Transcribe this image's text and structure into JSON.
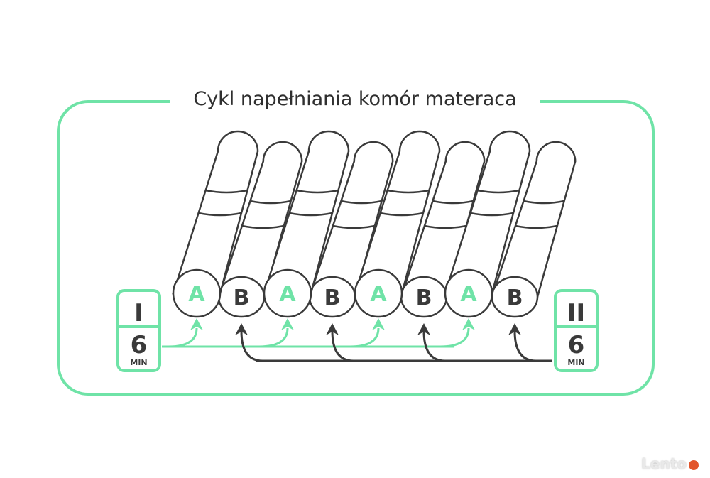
{
  "title": "Cykl napełniania komór materaca",
  "phases": [
    {
      "numeral": "I",
      "duration": "6",
      "unit": "MIN",
      "color": "#6fe3a7"
    },
    {
      "numeral": "II",
      "duration": "6",
      "unit": "MIN",
      "color": "#3a3a3a"
    }
  ],
  "chambers": [
    "A",
    "B",
    "A",
    "B",
    "A",
    "B",
    "A",
    "B"
  ],
  "colors": {
    "accent": "#6fe3a7",
    "dark": "#3a3a3a"
  },
  "watermark": "Lento"
}
